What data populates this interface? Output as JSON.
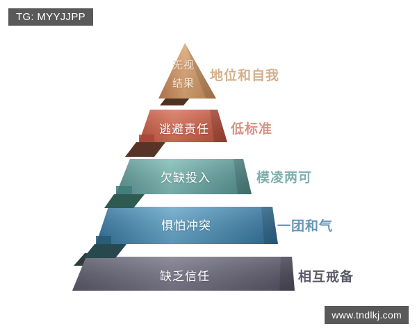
{
  "meta": {
    "background_color": "#ffffff"
  },
  "watermarks": {
    "top_left": "TG: MYYJJPP",
    "bottom_right": "www.tndlkj.com"
  },
  "diagram": {
    "type": "pyramid",
    "orientation": "apex-up",
    "level_count": 5,
    "levels": [
      {
        "rank": 1,
        "position": "apex",
        "caption_line1": "无视",
        "caption_line2": "结果",
        "caption_full": "无视结果",
        "side_label": "地位和自我",
        "fill_color": "#c9895c",
        "fill_color_light": "#dda878",
        "side_label_color": "#d3b08a",
        "shape": "triangle"
      },
      {
        "rank": 2,
        "caption_full": "逃避责任",
        "side_label": "低标准",
        "fill_color": "#c4543f",
        "fill_color_light": "#d9745c",
        "side_label_color": "#d89184",
        "shape": "trapezoid"
      },
      {
        "rank": 3,
        "caption_full": "欠缺投入",
        "side_label": "模凌两可",
        "fill_color": "#5d9b99",
        "fill_color_light": "#80bab6",
        "side_label_color": "#7fb0ae",
        "shape": "trapezoid"
      },
      {
        "rank": 4,
        "caption_full": "惧怕冲突",
        "side_label": "一团和气",
        "fill_color": "#3a7ca5",
        "fill_color_light": "#63a3c6",
        "side_label_color": "#6595b5",
        "shape": "trapezoid"
      },
      {
        "rank": 5,
        "position": "base",
        "caption_full": "缺乏信任",
        "side_label": "相互戒备",
        "fill_color": "#5d5c6b",
        "fill_color_light": "#7b798a",
        "side_label_color": "#5b5a68",
        "shape": "trapezoid"
      }
    ]
  }
}
